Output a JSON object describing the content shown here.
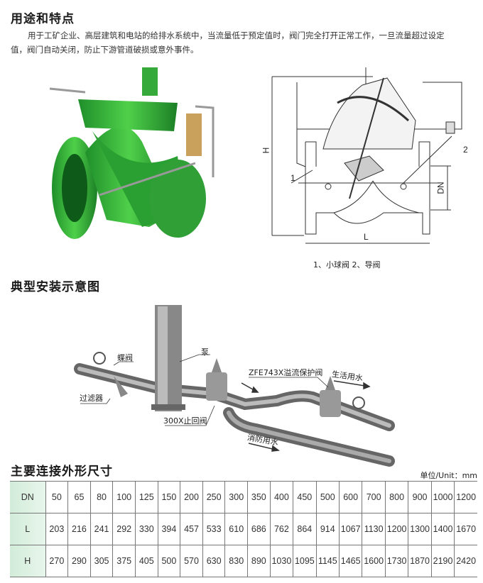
{
  "section1": {
    "title": "用途和特点",
    "paragraph_line1": "用于工矿企业、高层建筑和电站的给排水系统中，当流量低于预定值时，阀门完全打开正常工作，一旦流量超过设定",
    "paragraph_line2": "值，阀门自动关闭，防止下游管道破损或意外事件。"
  },
  "diagram": {
    "dim_h": "H",
    "dim_dn": "DN",
    "dim_l": "L",
    "callout_1": "1",
    "callout_2": "2",
    "caption": "1、小球阀 2、导阀"
  },
  "section2": {
    "title": "典型安装示意图",
    "labels": {
      "butterfly_valve": "蝶阀",
      "pump": "泵",
      "overflow_valve": "ZFE743X溢流保护阀",
      "domestic_water": "生活用水",
      "filter": "过滤器",
      "check_valve": "300X止回阀",
      "fire_water": "消防用水"
    }
  },
  "section3": {
    "title": "主要连接外形尺寸",
    "unit": "单位/Unit：mm",
    "rows": [
      {
        "label": "DN",
        "values": [
          "50",
          "65",
          "80",
          "100",
          "125",
          "150",
          "200",
          "250",
          "300",
          "350",
          "400",
          "450",
          "500",
          "600",
          "700",
          "800",
          "900",
          "1000",
          "1200"
        ]
      },
      {
        "label": "L",
        "values": [
          "203",
          "216",
          "241",
          "292",
          "330",
          "394",
          "457",
          "533",
          "610",
          "686",
          "762",
          "864",
          "914",
          "1067",
          "1130",
          "1200",
          "1300",
          "1400",
          "1670"
        ]
      },
      {
        "label": "H",
        "values": [
          "270",
          "290",
          "305",
          "375",
          "405",
          "500",
          "570",
          "630",
          "830",
          "890",
          "1030",
          "1095",
          "1145",
          "1465",
          "1600",
          "1730",
          "1870",
          "2190",
          "2420"
        ]
      }
    ]
  },
  "colors": {
    "valve_green": "#3cb43c",
    "table_header": "#d8efdf"
  }
}
